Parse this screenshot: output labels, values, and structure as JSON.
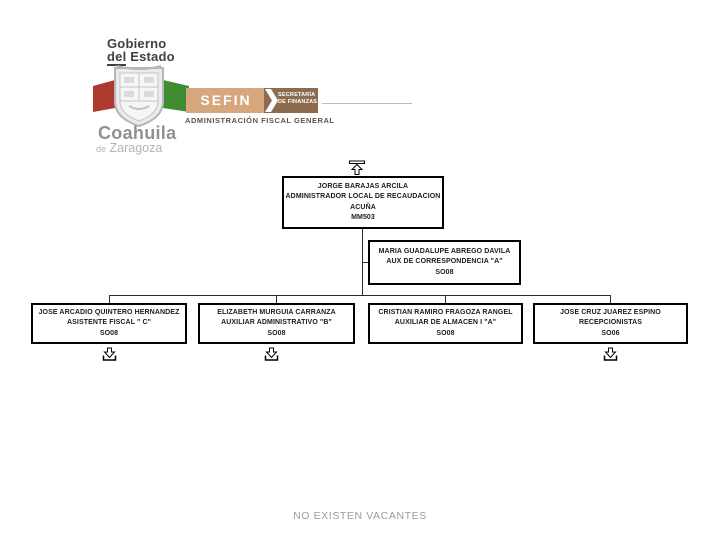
{
  "header": {
    "gobierno_line1": "Gobierno",
    "gobierno_line2_underlined": "del",
    "gobierno_line2_rest": "Estado",
    "sefin_label": "SEFIN",
    "secretaria_line1": "SECRETARÍA",
    "secretaria_line2": "DE FINANZAS",
    "department": "ADMINISTRACIÓN FISCAL GENERAL",
    "state_name": "Coahuila",
    "state_suffix_small": "de",
    "state_suffix": "Zaragoza",
    "colors": {
      "sefin_tan": "#d6a77d",
      "sefin_brown": "#8c6b4f",
      "flag_red": "#ad3a2e",
      "flag_green": "#3f8c33",
      "shield_gray": "#c3c5c7",
      "text_dark": "#414042",
      "department_text": "#5d544b",
      "state_gray": "#8f9294"
    }
  },
  "org": {
    "root": {
      "name": "JORGE BARAJAS ARCILA",
      "title": "ADMINISTRADOR LOCAL DE RECAUDACION",
      "location": "ACUÑA",
      "code": "MM503"
    },
    "assistant": {
      "name": "MARIA GUADALUPE ABREGO DAVILA",
      "title": "AUX DE CORRESPONDENCIA \"A\"",
      "code": "SO08"
    },
    "subordinates": [
      {
        "name": "JOSE ARCADIO QUINTERO HERNANDEZ",
        "title": "ASISTENTE FISCAL \" C\"",
        "code": "SO08"
      },
      {
        "name": "ELIZABETH MURGUIA CARRANZA",
        "title": "AUXILIAR ADMINISTRATIVO \"B\"",
        "code": "SO08"
      },
      {
        "name": "CRISTIAN RAMIRO FRAGOZA RANGEL",
        "title": "AUXILIAR DE ALMACEN I \"A\"",
        "code": "SO08"
      },
      {
        "name": "JOSE CRUZ JUAREZ ESPINO",
        "title": "RECEPCIONISTAS",
        "code": "SO06"
      }
    ]
  },
  "footer": {
    "note": "NO EXISTEN VACANTES"
  }
}
